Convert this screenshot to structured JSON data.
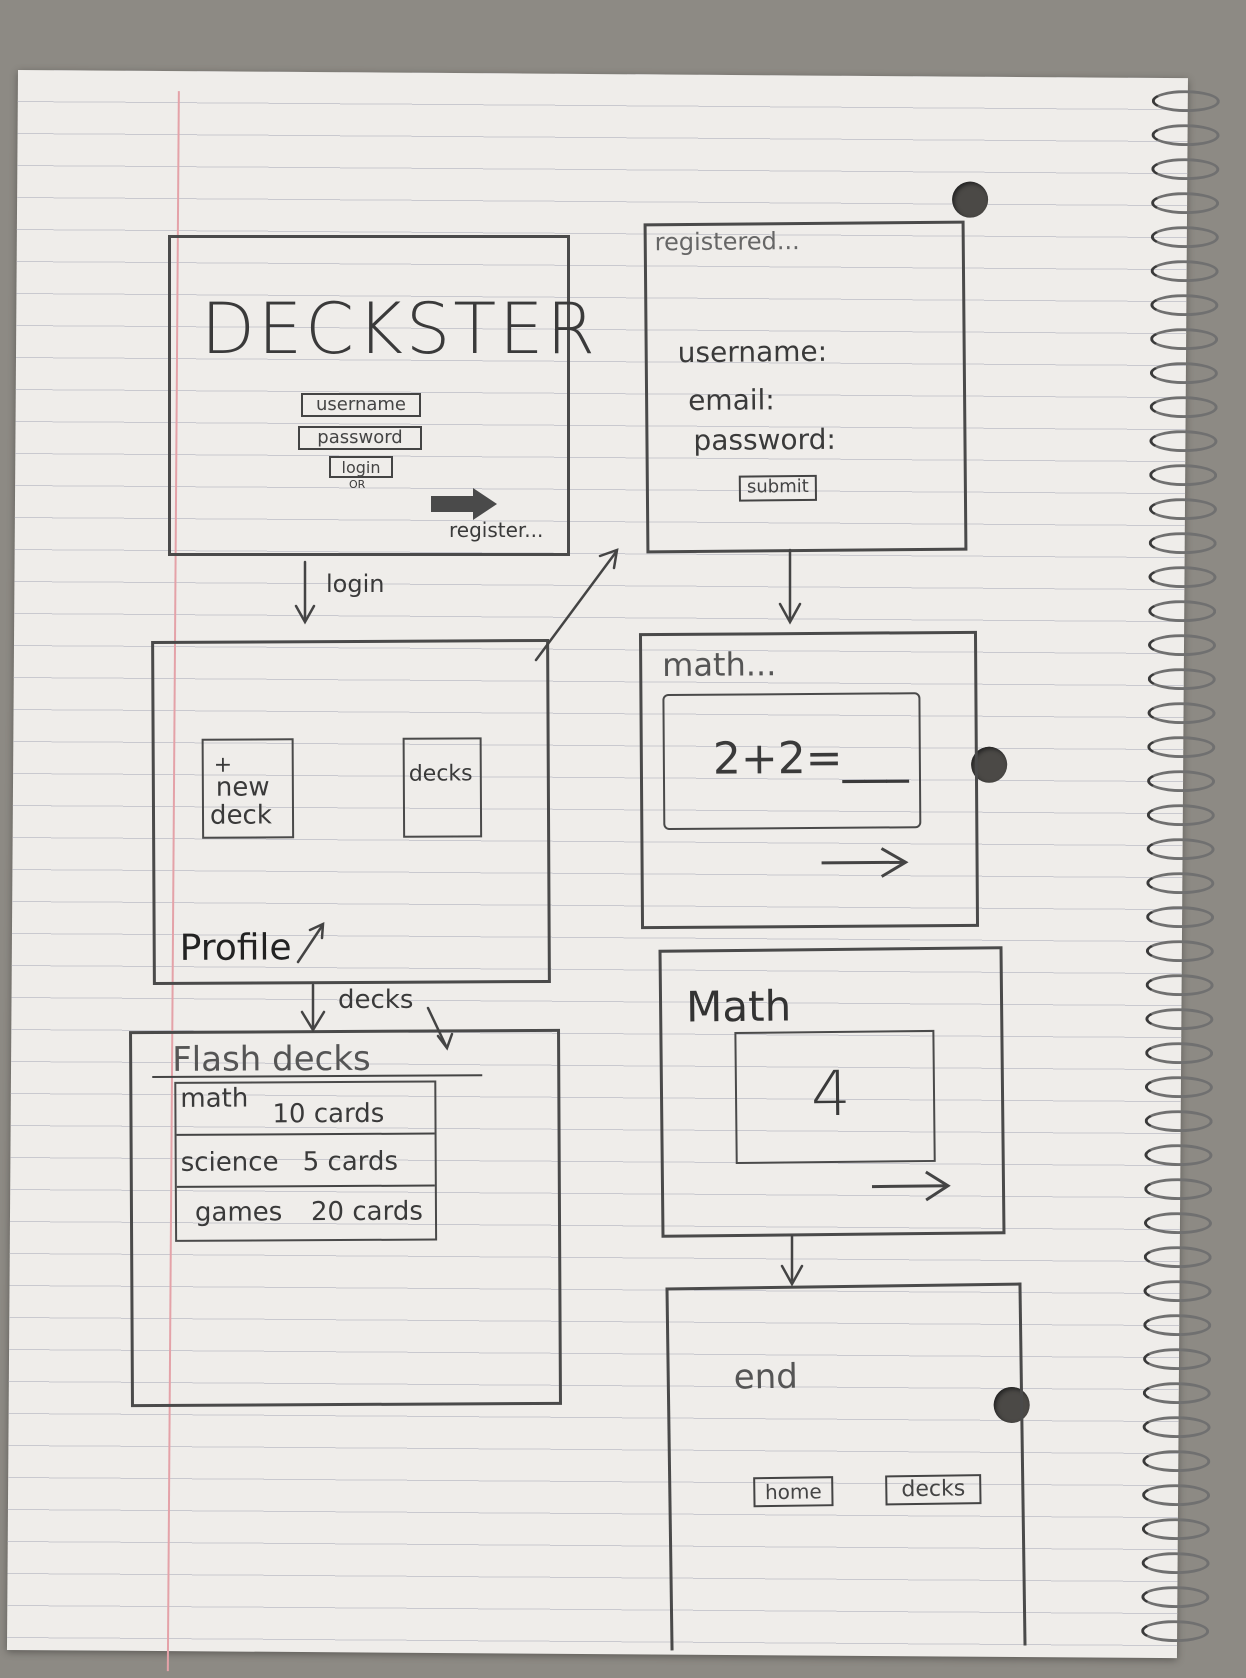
{
  "login_screen": {
    "title": "DECKSTER",
    "username_placeholder": "username",
    "password_placeholder": "password",
    "login_button": "login",
    "or_text": "OR",
    "register_link": "register..."
  },
  "register_screen": {
    "title": "registered...",
    "username_label": "username:",
    "email_label": "email:",
    "password_label": "password:",
    "submit_button": "submit"
  },
  "profile_screen": {
    "new_deck_plus": "+",
    "new_deck_label_1": "new",
    "new_deck_label_2": "deck",
    "decks_label": "decks",
    "profile_label": "Profile"
  },
  "decks_screen": {
    "title": "Flash decks",
    "rows": [
      {
        "name": "math",
        "count": "10 cards"
      },
      {
        "name": "science",
        "count": "5 cards"
      },
      {
        "name": "games",
        "count": "20 cards"
      }
    ]
  },
  "question_screen": {
    "title": "math...",
    "question": "2+2=___"
  },
  "answer_screen": {
    "title": "Math",
    "answer": "4"
  },
  "end_screen": {
    "title": "end",
    "home_button": "home",
    "decks_button": "decks"
  },
  "flow_labels": {
    "login": "login",
    "decks": "decks"
  }
}
